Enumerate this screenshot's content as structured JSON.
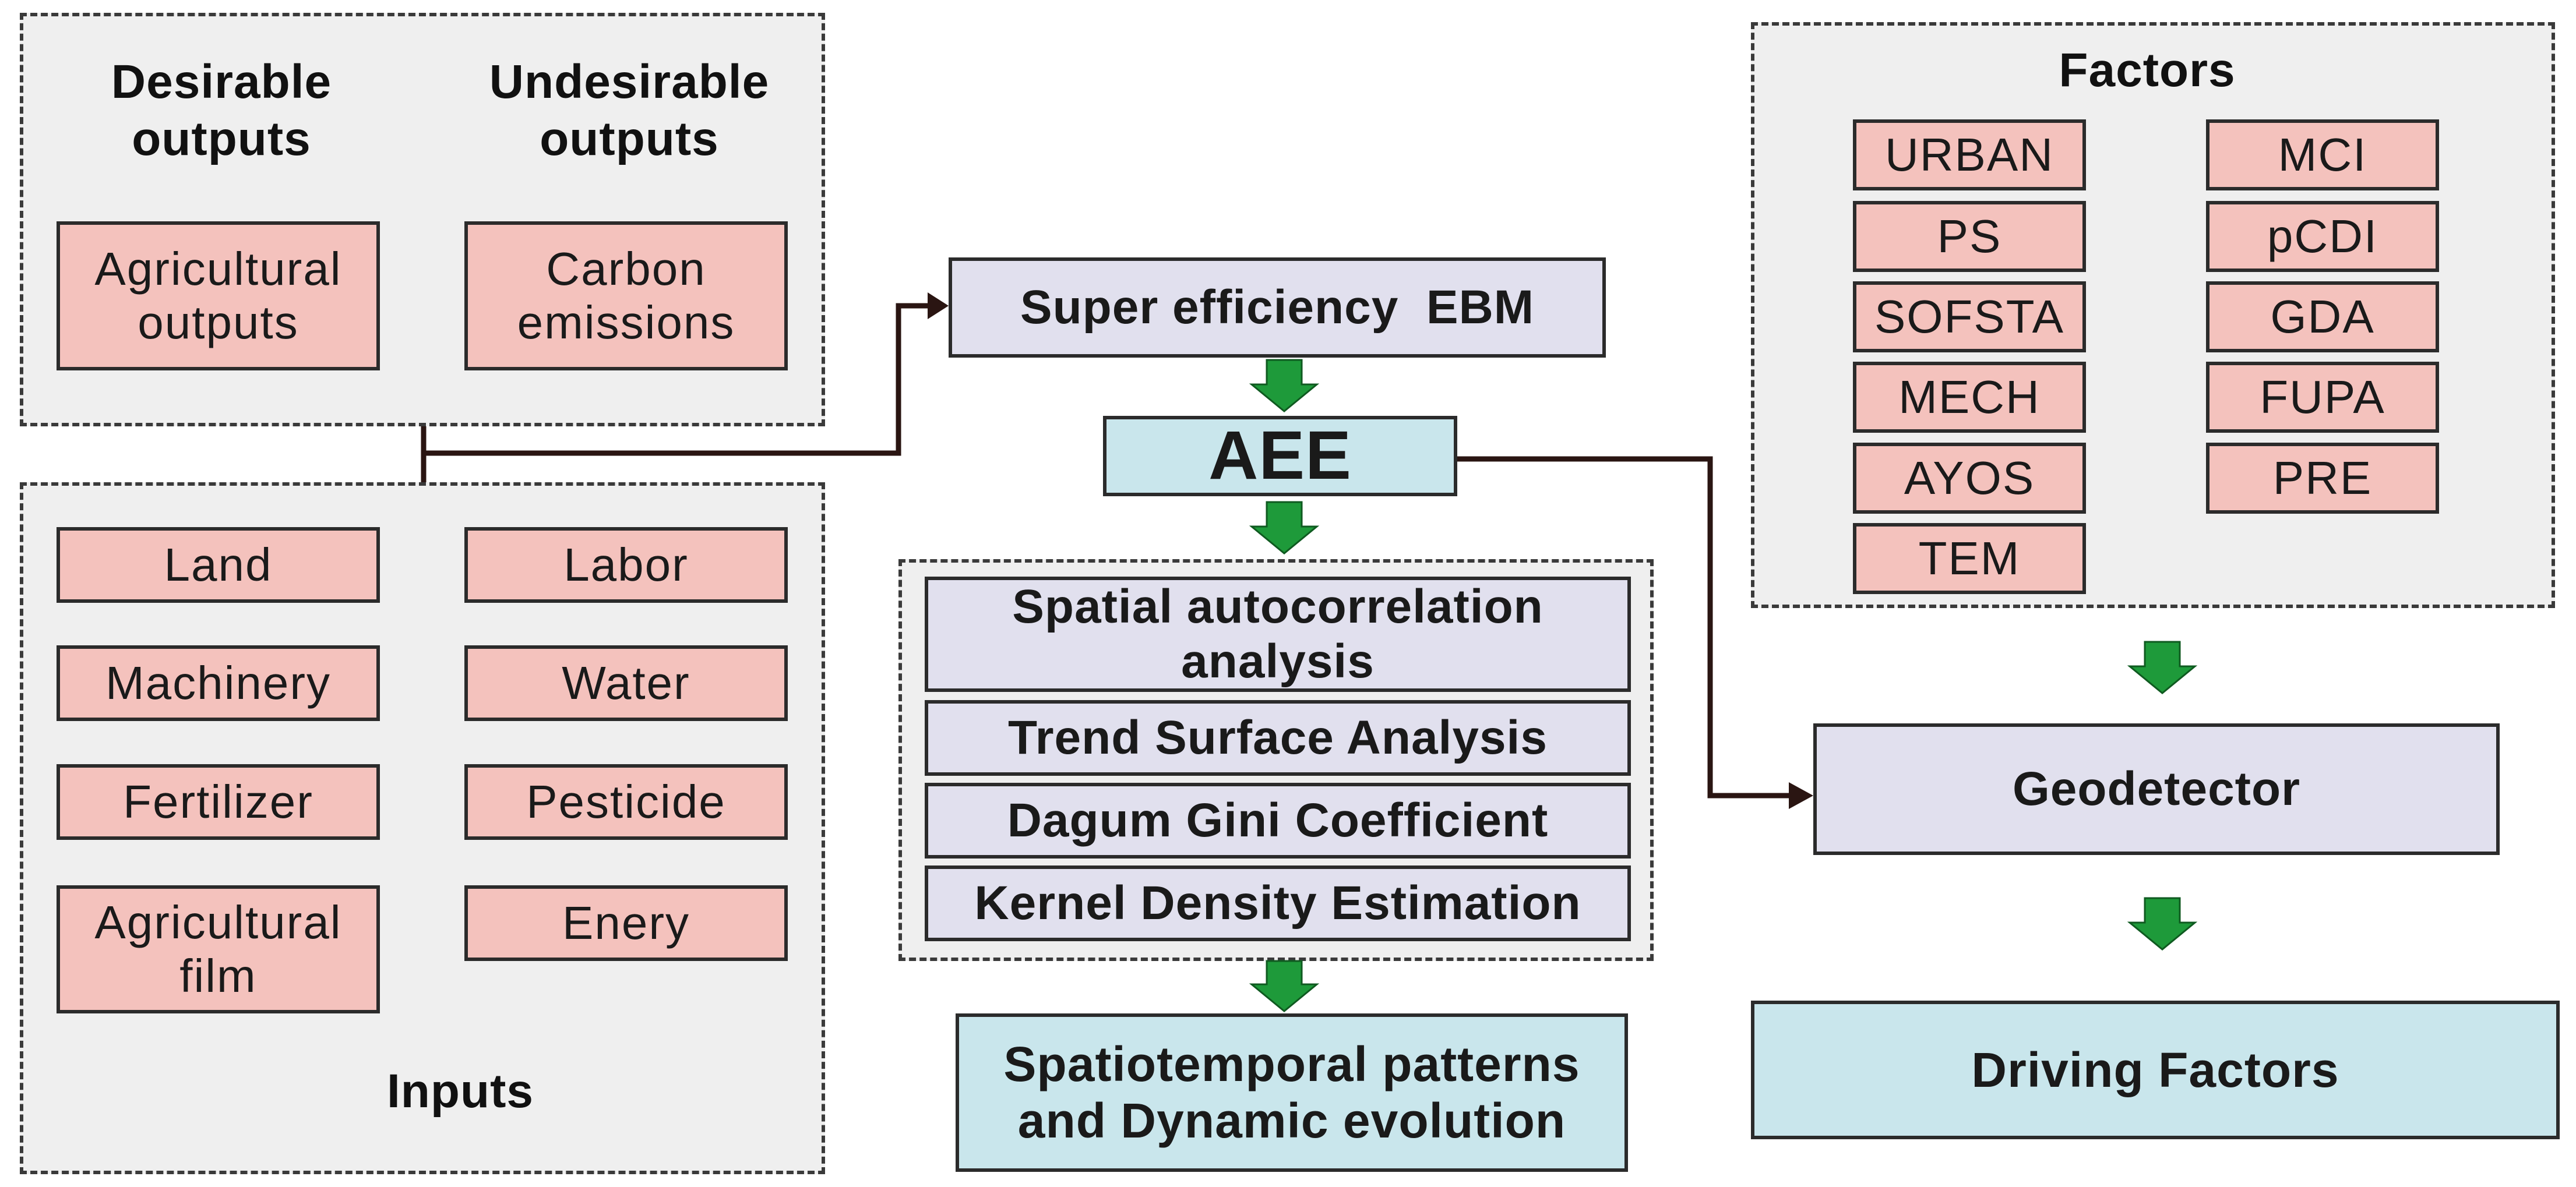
{
  "outputs_group": {
    "desirable_heading": "Desirable\noutputs",
    "undesirable_heading": "Undesirable\noutputs",
    "desirable_items": [
      "Agricultural\noutputs"
    ],
    "undesirable_items": [
      "Carbon\nemissions"
    ]
  },
  "inputs_group": {
    "heading": "Inputs",
    "items": [
      "Land",
      "Labor",
      "Machinery",
      "Water",
      "Fertilizer",
      "Pesticide",
      "Agricultural\nfilm",
      "Enery"
    ]
  },
  "center": {
    "model": "Super efficiency  EBM",
    "aee": "AEE",
    "methods": [
      "Spatial autocorrelation\nanalysis",
      "Trend Surface Analysis",
      "Dagum Gini Coefficient",
      "Kernel Density Estimation"
    ],
    "result": "Spatiotemporal patterns\nand Dynamic evolution"
  },
  "factors_group": {
    "heading": "Factors",
    "left_items": [
      "URBAN",
      "PS",
      "SOFSTA",
      "MECH",
      "AYOS",
      "TEM"
    ],
    "right_items": [
      "MCI",
      "pCDI",
      "GDA",
      "FUPA",
      "PRE"
    ]
  },
  "geodetector": "Geodetector",
  "driving_factors": "Driving Factors",
  "colors": {
    "pink_box": "#f4c2bd",
    "lavender_box": "#e1e0ee",
    "teal_box": "#c9e6ec",
    "group_fill": "#efefef",
    "down_arrow": "#1e9a3a",
    "connector": "#2a1512"
  }
}
